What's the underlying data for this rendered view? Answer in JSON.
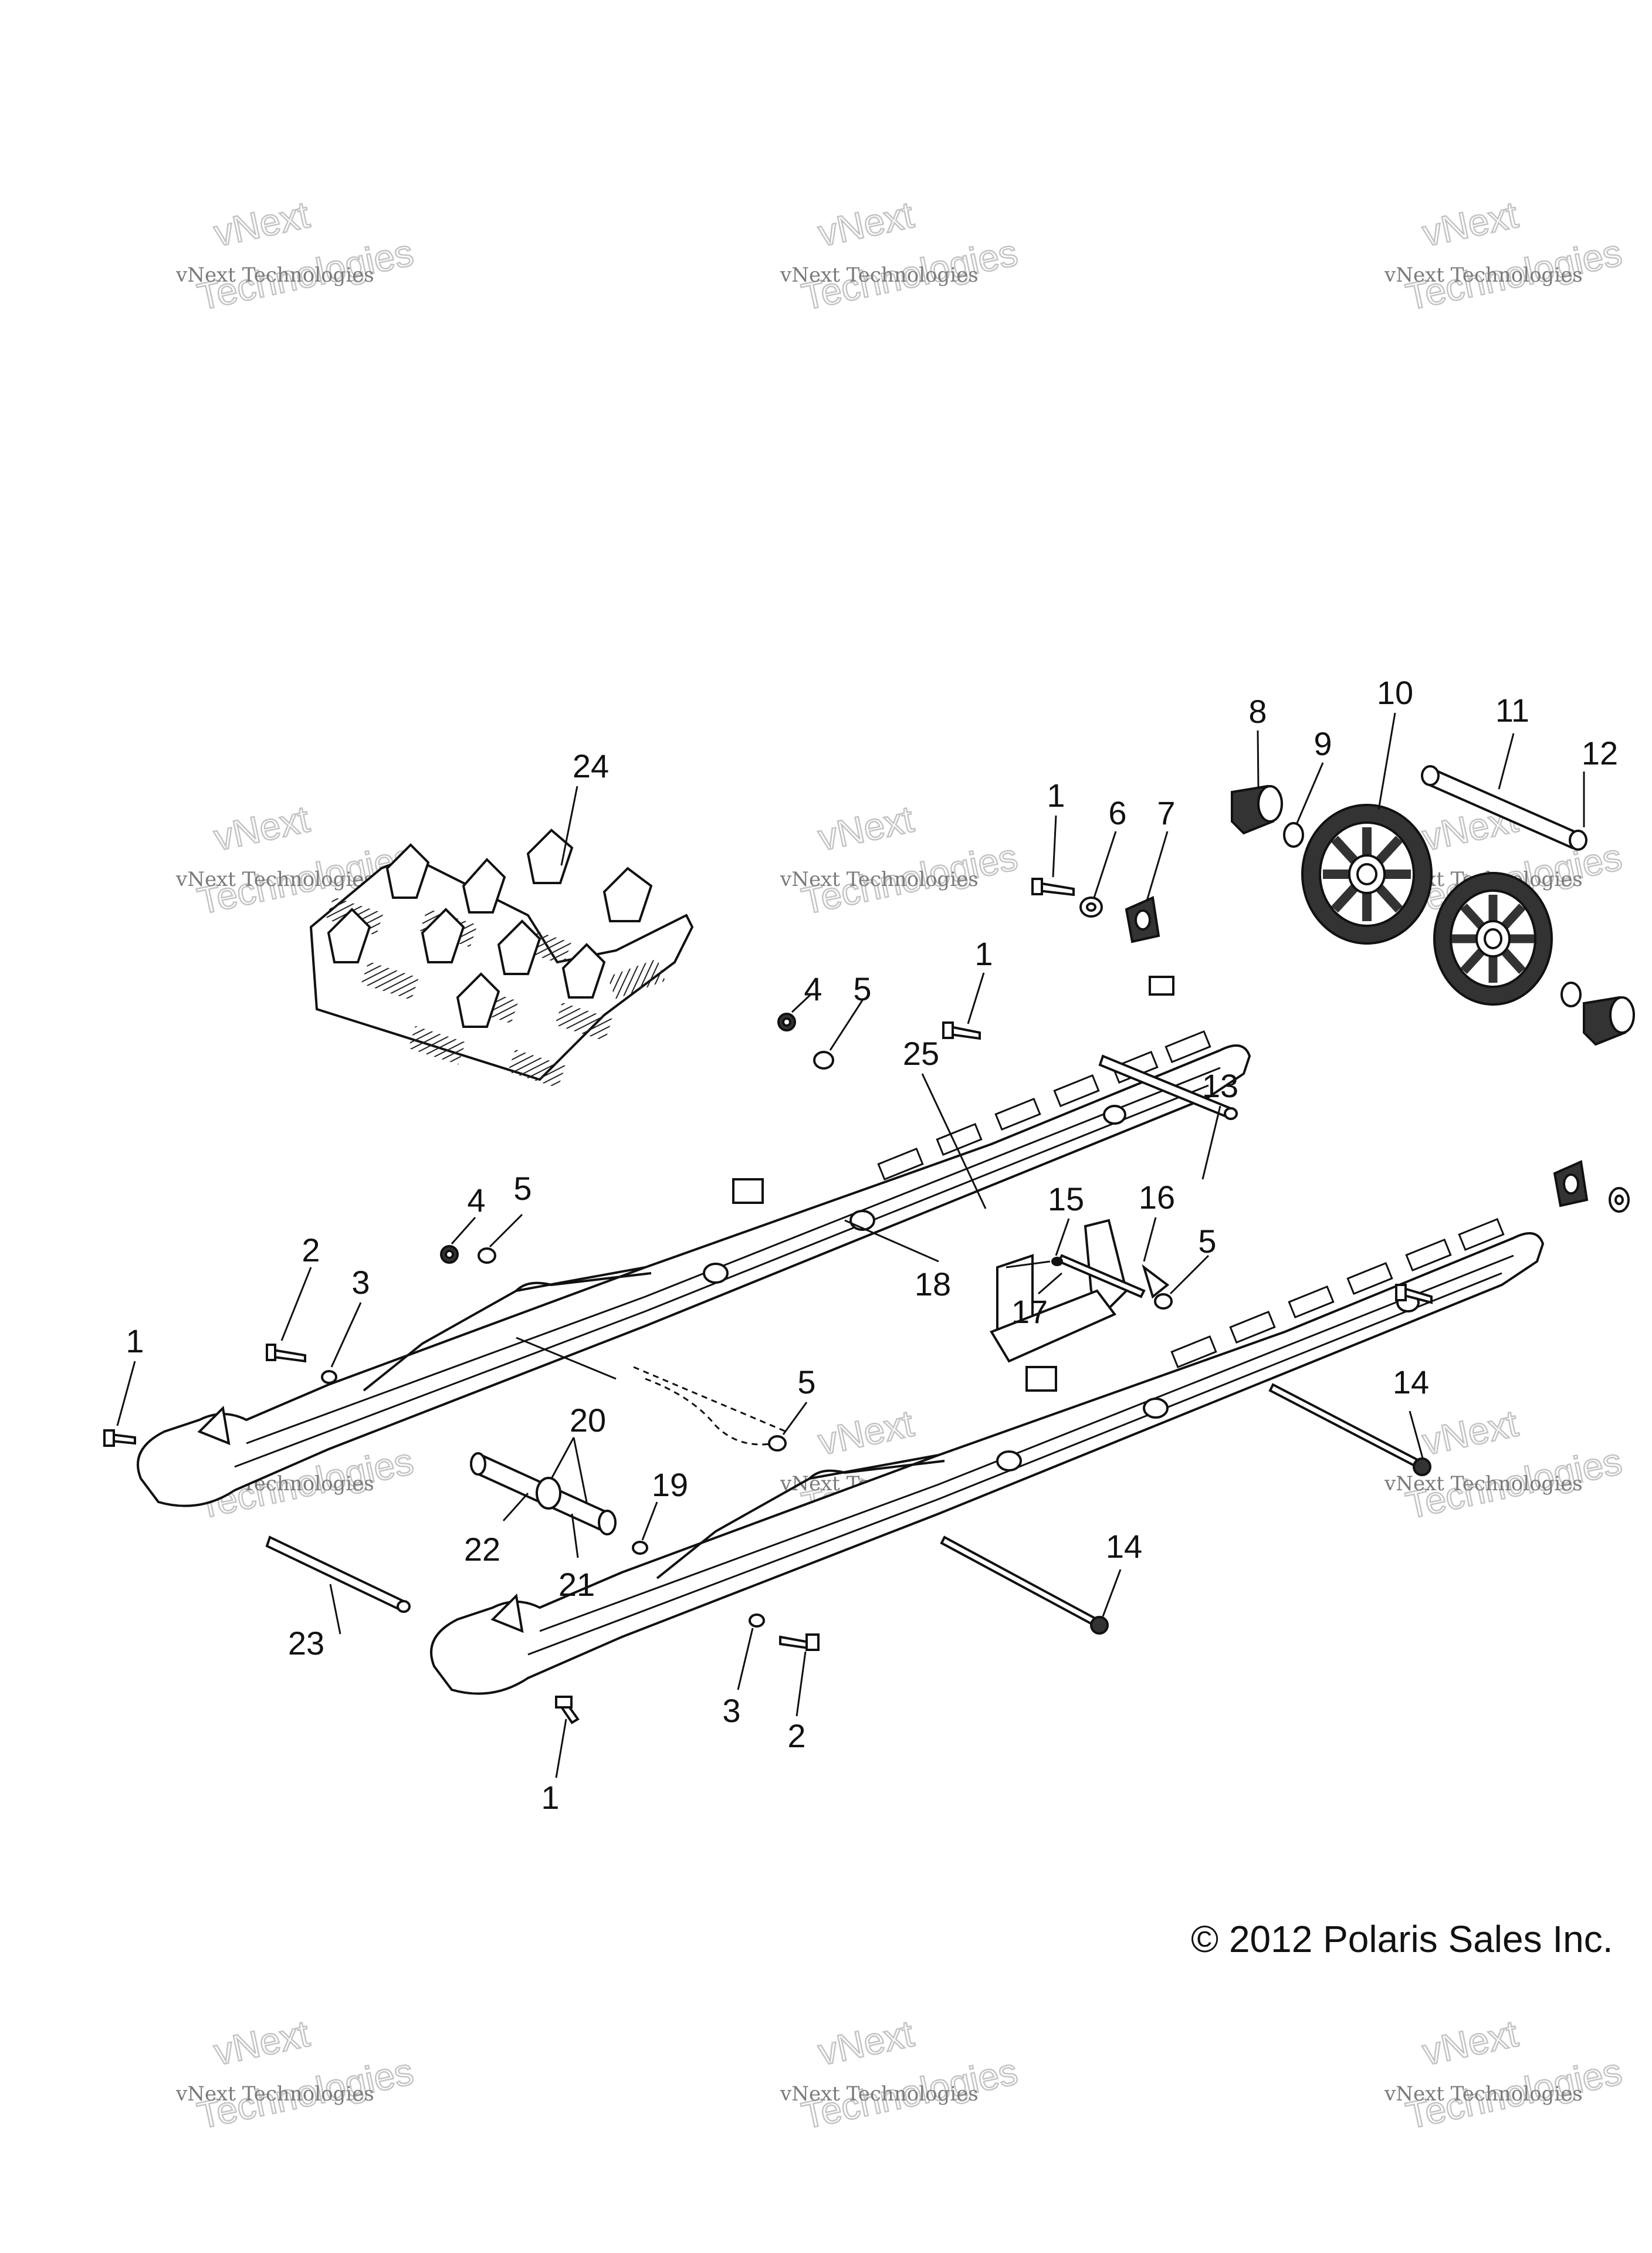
{
  "watermark": {
    "line1": "vNext",
    "line2": "vNext Technologies",
    "line3": "Technologies"
  },
  "copyright": "© 2012 Polaris Sales Inc.",
  "callouts": [
    "1",
    "2",
    "3",
    "4",
    "5",
    "6",
    "7",
    "8",
    "9",
    "10",
    "11",
    "12",
    "13",
    "14",
    "15",
    "16",
    "17",
    "18",
    "19",
    "20",
    "21",
    "22",
    "23",
    "24",
    "25"
  ]
}
